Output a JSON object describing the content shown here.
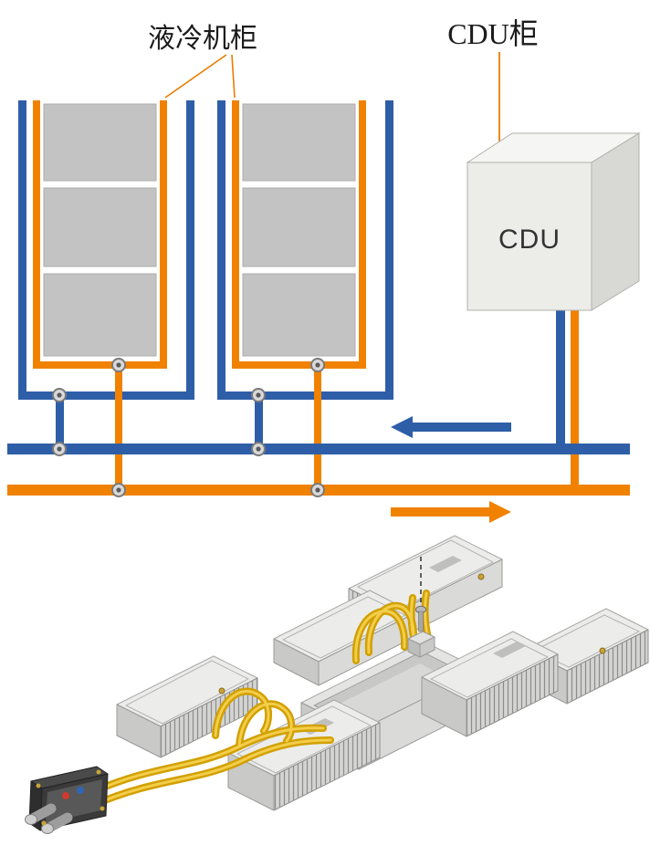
{
  "labels": {
    "cooling_cabinet": "液冷机柜",
    "cdu_cabinet": "CDU柜",
    "cdu_unit": "CDU"
  },
  "schematic": {
    "cabinet_count": 2,
    "rack_units_per_cabinet": 3,
    "flow_arrows": {
      "blue_arrow_direction": "left",
      "orange_arrow_direction": "right"
    }
  },
  "colors": {
    "pipe_blue": "#2E5EA8",
    "pipe_orange": "#F08200",
    "rack_gray": "#C3C3C3",
    "hose_yellow": "#D2A000",
    "leader_orange": "#E87D00"
  }
}
